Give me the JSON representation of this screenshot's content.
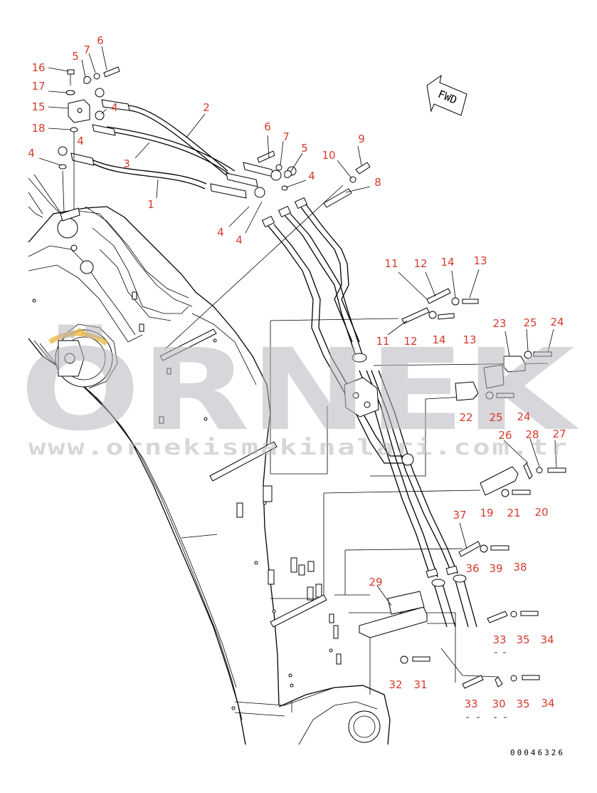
{
  "document": {
    "figure_number": "00046326"
  },
  "watermark": {
    "brand": "ÖRNEK",
    "url": "www.ornekismakinalari.com.tr",
    "logo": "crescent-logo"
  },
  "direction_marker": {
    "text": "FWD",
    "icon": "fwd-arrow-icon"
  },
  "callouts": [
    {
      "id": "c16",
      "label": "16"
    },
    {
      "id": "c5a",
      "label": "5"
    },
    {
      "id": "c7a",
      "label": "7"
    },
    {
      "id": "c6a",
      "label": "6"
    },
    {
      "id": "c17",
      "label": "17"
    },
    {
      "id": "c15",
      "label": "15"
    },
    {
      "id": "c4a",
      "label": "4"
    },
    {
      "id": "c18",
      "label": "18"
    },
    {
      "id": "c4b",
      "label": "4"
    },
    {
      "id": "c4c",
      "label": "4"
    },
    {
      "id": "c2",
      "label": "2"
    },
    {
      "id": "c3",
      "label": "3"
    },
    {
      "id": "c1",
      "label": "1"
    },
    {
      "id": "c6b",
      "label": "6"
    },
    {
      "id": "c7b",
      "label": "7"
    },
    {
      "id": "c5b",
      "label": "5"
    },
    {
      "id": "c4d",
      "label": "4"
    },
    {
      "id": "c9",
      "label": "9"
    },
    {
      "id": "c10",
      "label": "10"
    },
    {
      "id": "c8",
      "label": "8"
    },
    {
      "id": "c4e",
      "label": "4"
    },
    {
      "id": "c4f",
      "label": "4"
    },
    {
      "id": "c11a",
      "label": "11"
    },
    {
      "id": "c12a",
      "label": "12"
    },
    {
      "id": "c14a",
      "label": "14"
    },
    {
      "id": "c13a",
      "label": "13"
    },
    {
      "id": "c11b",
      "label": "11"
    },
    {
      "id": "c12b",
      "label": "12"
    },
    {
      "id": "c14b",
      "label": "14"
    },
    {
      "id": "c13b",
      "label": "13"
    },
    {
      "id": "c23",
      "label": "23"
    },
    {
      "id": "c25a",
      "label": "25"
    },
    {
      "id": "c24a",
      "label": "24"
    },
    {
      "id": "c22",
      "label": "22"
    },
    {
      "id": "c25b",
      "label": "25"
    },
    {
      "id": "c24b",
      "label": "24"
    },
    {
      "id": "c26",
      "label": "26"
    },
    {
      "id": "c28",
      "label": "28"
    },
    {
      "id": "c27",
      "label": "27"
    },
    {
      "id": "c19",
      "label": "19"
    },
    {
      "id": "c21",
      "label": "21"
    },
    {
      "id": "c20",
      "label": "20"
    },
    {
      "id": "c37",
      "label": "37"
    },
    {
      "id": "c36",
      "label": "36"
    },
    {
      "id": "c39",
      "label": "39"
    },
    {
      "id": "c38",
      "label": "38"
    },
    {
      "id": "c29",
      "label": "29"
    },
    {
      "id": "c33a",
      "label": "33"
    },
    {
      "id": "c35a",
      "label": "35"
    },
    {
      "id": "c34a",
      "label": "34"
    },
    {
      "id": "c32",
      "label": "32"
    },
    {
      "id": "c31",
      "label": "31"
    },
    {
      "id": "c33b",
      "label": "33"
    },
    {
      "id": "c30",
      "label": "30"
    },
    {
      "id": "c35b",
      "label": "35"
    },
    {
      "id": "c34b",
      "label": "34"
    }
  ]
}
